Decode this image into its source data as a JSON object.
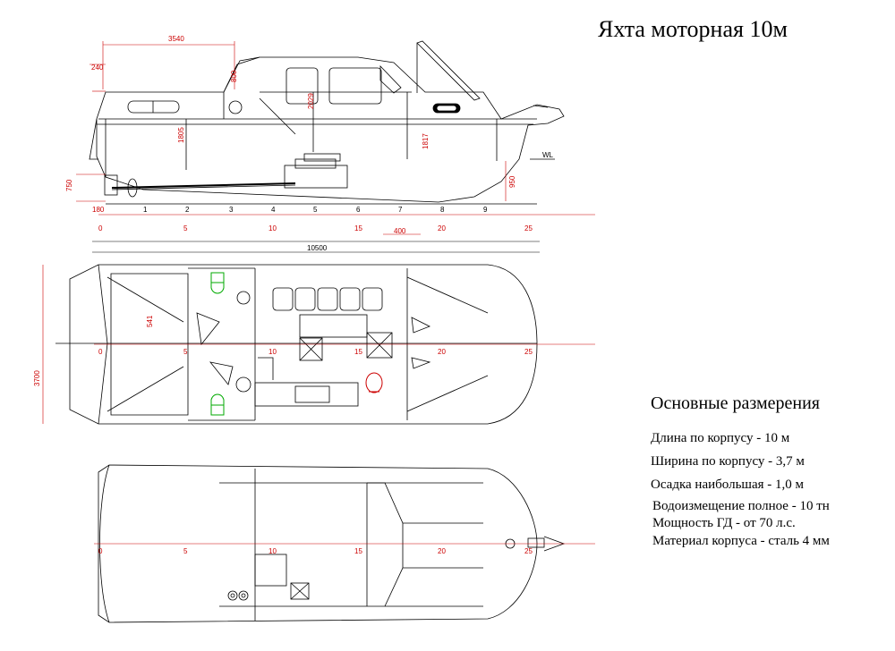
{
  "title": "Яхта моторная 10м",
  "specs": {
    "heading": "Основные размерения",
    "items": [
      "Длина по корпусу - 10 м",
      "Ширина по корпусу - 3,7 м",
      "Осадка наибольшая - 1,0 м",
      "Водоизмещение полное - 10 тн",
      "Мощность ГД - от 70 л.с.",
      "Материал корпуса - сталь 4 мм"
    ]
  },
  "profile_view": {
    "dims": {
      "length_3540": "3540",
      "d240": "240",
      "d800": "800",
      "d2029": "2029",
      "d1805": "1805",
      "d1817": "1817",
      "d750": "750",
      "d950": "950",
      "d180": "180",
      "d400": "400",
      "overall_length": "10500"
    },
    "waterline": "WL",
    "frames": [
      "1",
      "2",
      "3",
      "4",
      "5",
      "6",
      "7",
      "8",
      "9"
    ],
    "scale": [
      "0",
      "5",
      "10",
      "15",
      "20",
      "25"
    ]
  },
  "plan_view": {
    "dims": {
      "beam": "3700",
      "d541": "541"
    },
    "scale": [
      "0",
      "5",
      "10",
      "15",
      "20",
      "25"
    ]
  },
  "deck_view": {
    "scale": [
      "0",
      "5",
      "10",
      "15",
      "20",
      "25"
    ]
  }
}
